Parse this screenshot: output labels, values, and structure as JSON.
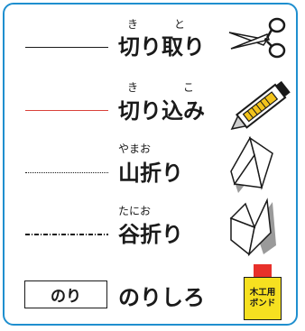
{
  "title": "",
  "legend": [
    {
      "id": "kiritori",
      "label": "切り取り",
      "ruby": [
        "き",
        "と"
      ],
      "line_style": "solid",
      "line_color": "#1a1a1a",
      "icon": "scissors-icon"
    },
    {
      "id": "kikomi",
      "label": "切り込み",
      "ruby": [
        "き",
        "こ"
      ],
      "line_style": "solid",
      "line_color": "#d9413b",
      "icon": "cutter-knife-icon"
    },
    {
      "id": "yamaori",
      "label": "山折り",
      "ruby": [
        "やまお"
      ],
      "line_style": "dotted",
      "line_color": "#1a1a1a",
      "icon": "mountain-fold-icon"
    },
    {
      "id": "taniori",
      "label": "谷折り",
      "ruby": [
        "たにお"
      ],
      "line_style": "dash-dot",
      "line_color": "#1a1a1a",
      "icon": "valley-fold-icon"
    },
    {
      "id": "norishiro",
      "label": "のりしろ",
      "box_label": "のり",
      "icon": "glue-bottle-icon",
      "icon_text": [
        "木工用",
        "ボンド"
      ]
    }
  ],
  "colors": {
    "frame": "#1f8fcf",
    "cut_line_red": "#d9413b",
    "glue_yellow": "#f6e020",
    "glue_cap_red": "#e8302a"
  }
}
